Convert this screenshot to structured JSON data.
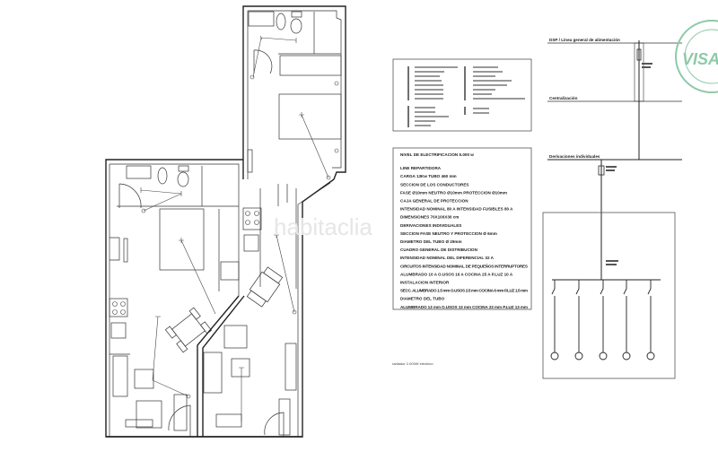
{
  "plan": {
    "radiator_note": "radiador 2.000W electrico"
  },
  "spec": {
    "lines": [
      "NIVEL DE ELECTRIFICACION  5.000 w",
      "LINE REPARTIDORA",
      "CARGA 13Kw   TUBO 460 mm",
      "SECCION DE LOS CONDUCTORES",
      "FASE Ø10mm  NEUTRO Ø10mm  PROTECCION Ø10mm",
      "CAJA GENERAL DE PROTECCION",
      "INTENSIDAD NOMINAL 80 A INTENSIDAD FUSIBLES 80 A",
      "DIMENSIONES 70X100X30 cm",
      "DERIVACIONES INDIVIDUALES",
      "SECCION FASE NEUTRO Y PROTECCION Ø 6mm",
      "DIAMETRO DEL TUBO Ø 29mm",
      "CUADRO GENERAL DE DISTRIBUCION",
      "INTENSIDAD NOMINAL DEL DIFERENCIAL 32 A",
      "CIRCUITOS INTENSIDAD NOMINAL DE PEQUEÑOS INTERRUPTORES",
      "ALUMBRADO 10 A  O.USOS 16 A COCINA 25 A P.LUZ 10 A",
      "INSTALACION INTERIOR",
      "SECC. ALUMBRADO 1.5 mm O.USOS 2.5 mm COCINA 6 mm P.LUZ 1.5 mm",
      "DIAMETRO DEL TUBO",
      "ALUMBRADO 13 mm O.USOS 13 mm COCINA 23 mm P.LUZ 13 mm"
    ]
  },
  "single_line": {
    "feed_label": "DSP / Línea general de alimentación",
    "centralization_label": "Centralización",
    "derivations_label": "Derivaciones individuales"
  },
  "stamp": {
    "text": "VISADO"
  },
  "watermark": {
    "text": "habitaclia"
  },
  "colors": {
    "stamp": "#8fc9a8",
    "line": "#222222"
  }
}
